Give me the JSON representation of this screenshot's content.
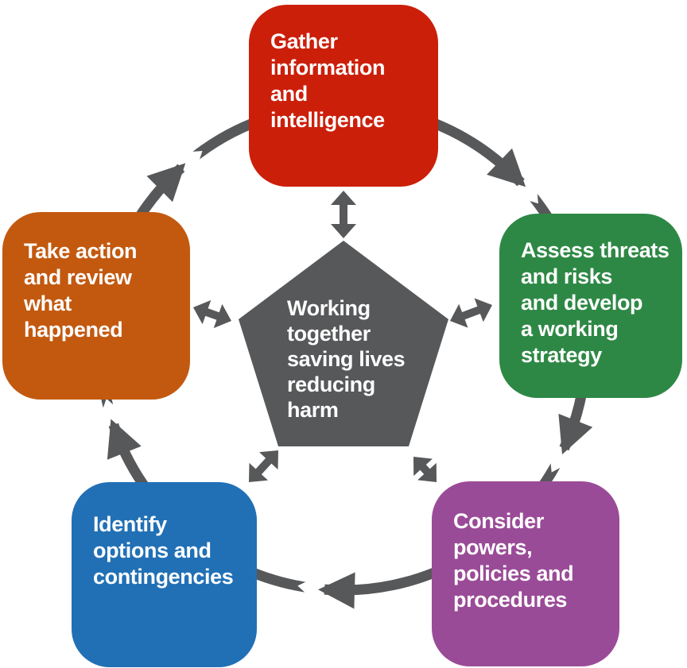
{
  "colors": {
    "background": "#FFFFFF",
    "arrow_gray": "#57585A",
    "pentagon_gray": "#57585A",
    "label_text": "#FFFFFF"
  },
  "center": {
    "label": "Working\ntogether\nsaving lives\nreducing\nharm"
  },
  "nodes": [
    {
      "id": "gather-information",
      "label": "Gather\ninformation\nand\nintelligence",
      "color": "#CB1F0A"
    },
    {
      "id": "assess-threats",
      "label": "Assess threats\nand risks\nand develop\na working\nstrategy",
      "color": "#2E8845"
    },
    {
      "id": "consider-powers",
      "label": "Consider\npowers,\npolicies and\nprocedures",
      "color": "#9A4B97"
    },
    {
      "id": "identify-options",
      "label": "Identify\noptions and\ncontingencies",
      "color": "#2170B5"
    },
    {
      "id": "take-action",
      "label": "Take action\nand review\nwhat\nhappened",
      "color": "#C3590F"
    }
  ],
  "flow": {
    "direction": "clockwise"
  }
}
